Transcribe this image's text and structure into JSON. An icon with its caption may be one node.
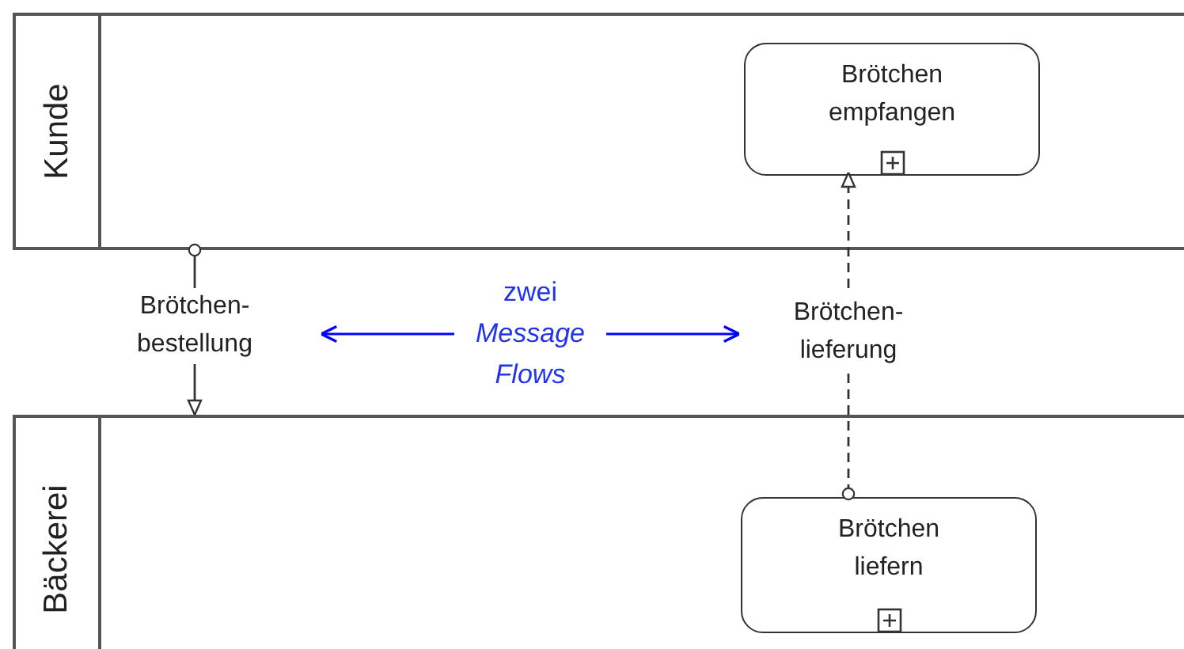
{
  "diagram": {
    "nodes": [
      {
        "text": [
          "Kunde"
        ]
      },
      {
        "text": [
          "Brötchen empfangen"
        ],
        "in": 0
      },
      {
        "text": [
          "Bäckerei"
        ]
      },
      {
        "text": [
          "Brötchen liefern"
        ],
        "in": 2
      },
      {
        "text": [
          "zwei *Message Flows*"
        ]
      }
    ],
    "edges": [
      {
        "from": 0,
        "to": 2,
        "arrow": "to",
        "label": "Brötchen- bestellung"
      },
      {
        "from": 3,
        "to": 1,
        "arrow": "to",
        "label": "Brötchen- lieferung",
        "style": "dashed"
      },
      {
        "from": 4,
        "to": null,
        "arrow": "to",
        "color": "#0000ff"
      },
      {
        "from": 4,
        "to": null,
        "arrow": "to",
        "color": "#0000ff"
      }
    ]
  }
}
